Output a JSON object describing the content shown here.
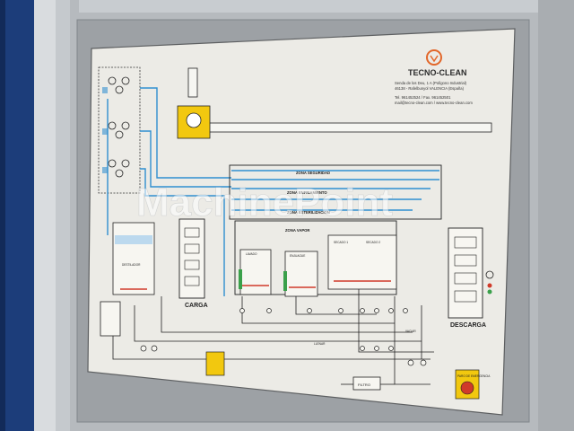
{
  "brand": {
    "name": "TECNO-CLEAN",
    "address_lines": [
      "Senda de los Deu, 1 A (Polígono Industrial)",
      "46138 - Rafelbunyol VALENCIA (España)",
      "Tel. 961452524 / Fax. 961452501",
      "mail@tecno-clean.com / www.tecno-clean.com"
    ]
  },
  "zones": {
    "seguridad": "ZONA SEGURIDAD",
    "enfriamiento": "ZONA ENFRIAMIENTO",
    "esterilizacion": "ZONA ESTERILIZACION",
    "vapor": "ZONA VAPOR"
  },
  "tanks": {
    "lavado": "LAVADO",
    "enjuague": "ENJUAGUE",
    "secado1": "SECADO 1",
    "secado2": "SECADO 2",
    "destilador": "DESTILADOR"
  },
  "stations": {
    "carga": "CARGA",
    "descarga": "DESCARGA",
    "filtro": "FILTRO"
  },
  "flow_labels": {
    "llenar": "LLENAR",
    "vaciar": "VACIAR"
  },
  "controls": {
    "emergency_button_label": "PARO DE EMERGENCIA"
  },
  "watermark": "MachinePoint",
  "colors": {
    "panel_bg": "#ecebe6",
    "pipe_blue": "#2f8fd0",
    "pipe_black": "#222222",
    "indicator_red": "#d03a2a",
    "indicator_green": "#3aa04a",
    "indicator_yellow": "#e8c21a",
    "brand_orange": "#e2672a"
  }
}
